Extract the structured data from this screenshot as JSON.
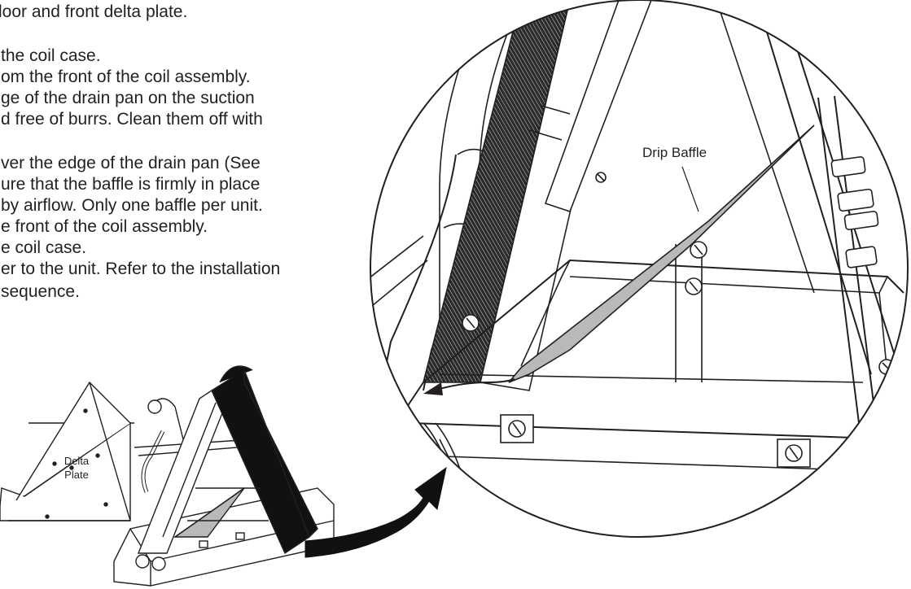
{
  "text_lines": [
    "loor and front delta plate.",
    "the coil case.",
    "om the front of the coil assembly.",
    "ge of the drain pan on the suction",
    "d free of burrs. Clean them off with",
    "ver the edge of the drain pan (See",
    "ure that the baffle is firmly in place",
    "by airflow. Only one baffle per unit.",
    "e front of the coil assembly.",
    "e coil case.",
    "er to the unit. Refer to the installation",
    " sequence."
  ],
  "labels": {
    "drip_baffle": "Drip Baffle",
    "delta_line1": "Delta",
    "delta_line2": "Plate"
  },
  "colors": {
    "ink": "#231f20",
    "baffle_fill": "#b9b9b9",
    "coil_fill": "#111111",
    "paper": "#ffffff"
  }
}
